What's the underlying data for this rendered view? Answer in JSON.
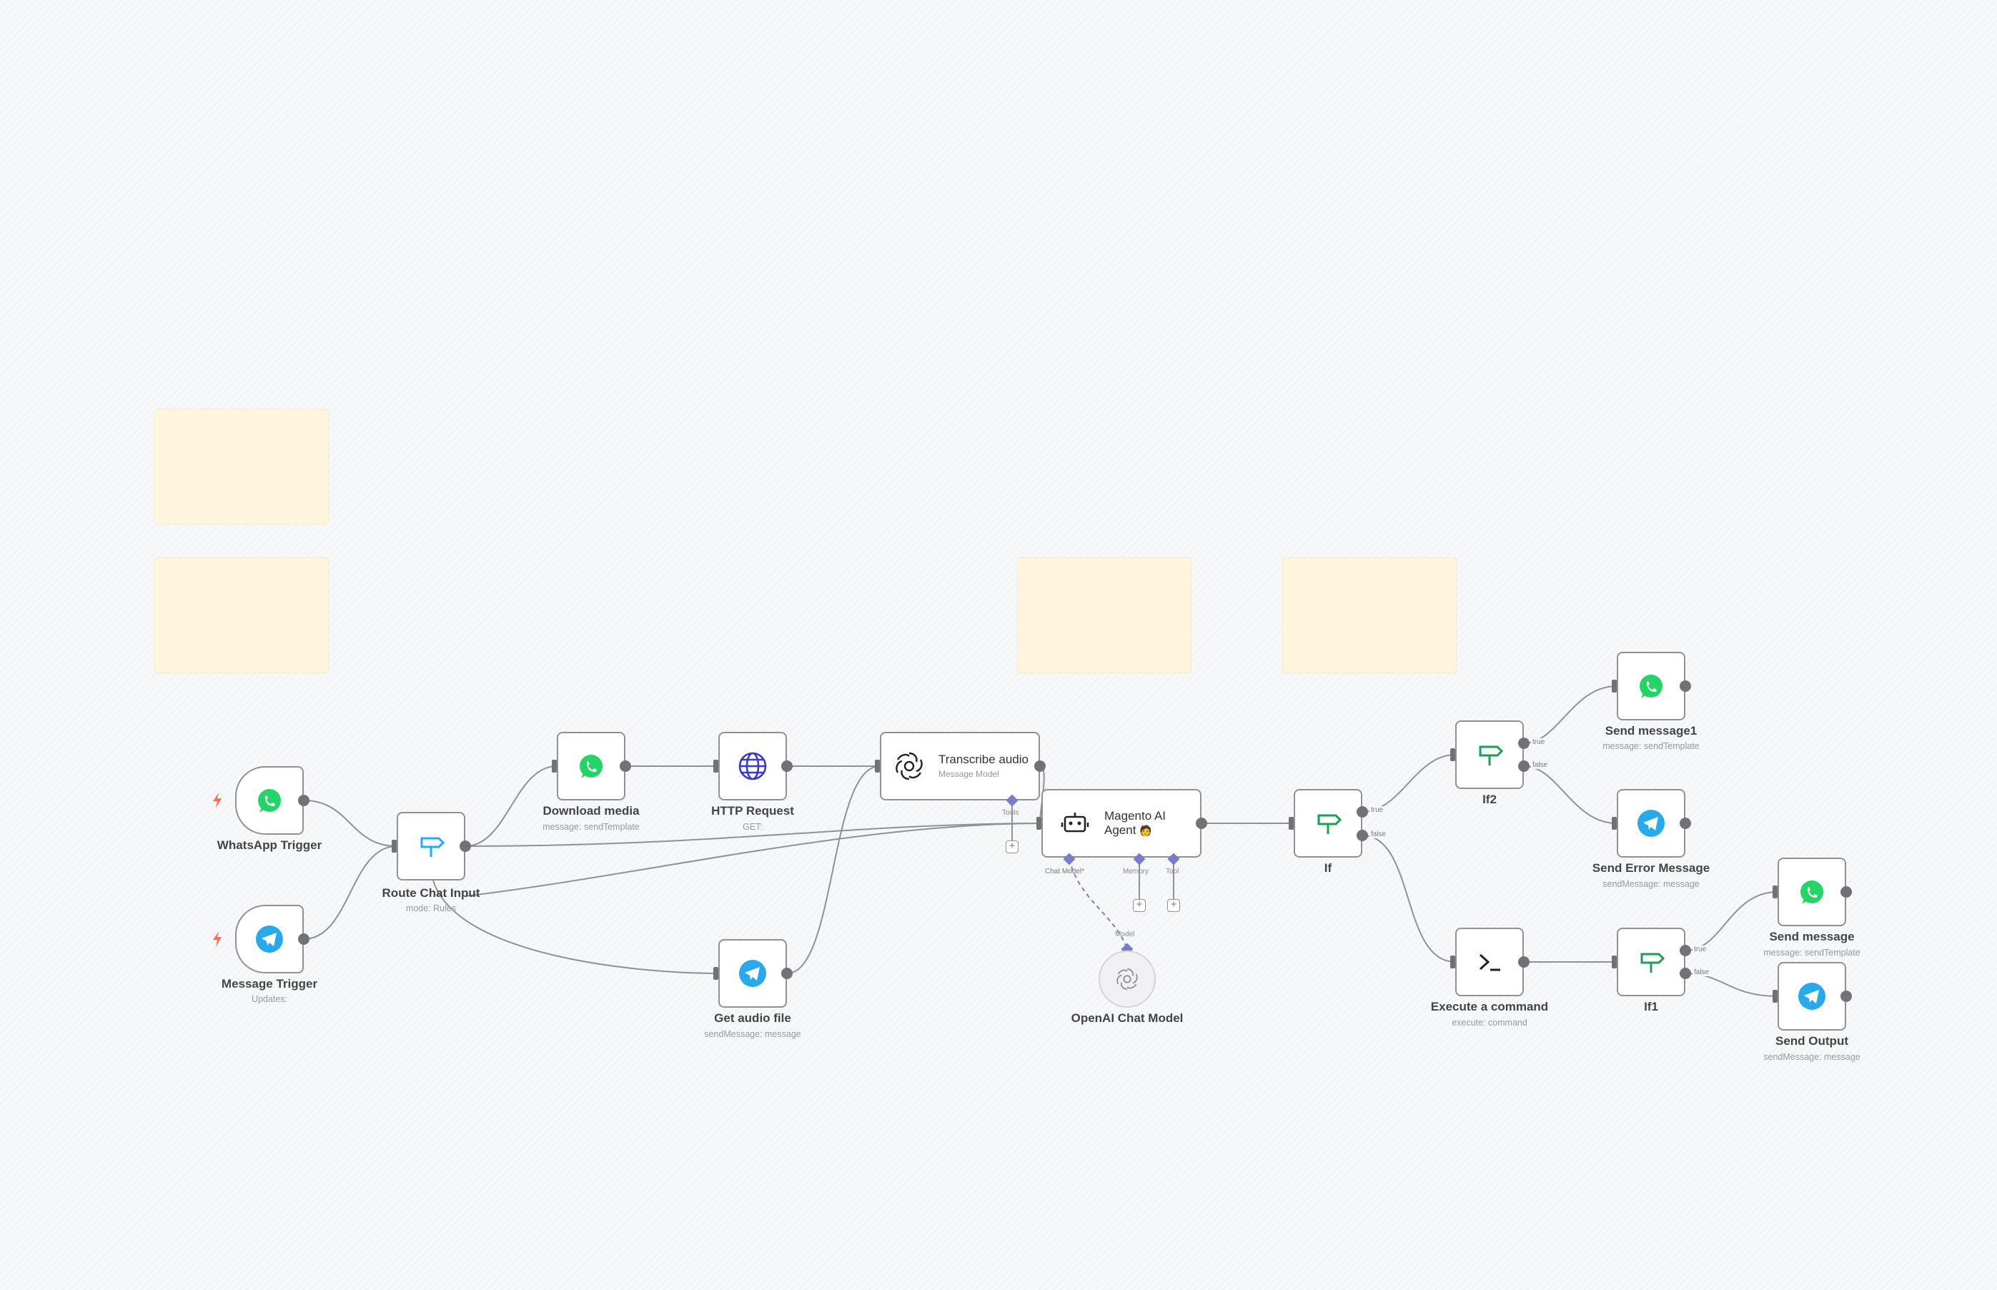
{
  "colors": {
    "whatsapp": "#25d366",
    "telegram": "#29a9eb",
    "http": "#3939c9",
    "router": "#1f9d55",
    "connection": "#8f9196",
    "handle": "#707277",
    "ai_port": "#7a7cc8",
    "trigger_bolt": "#ff6d5a",
    "sticky": "#fff6dd"
  },
  "nodes": {
    "whatsapp_trigger": {
      "label": "WhatsApp Trigger",
      "icon": "whatsapp-icon"
    },
    "message_trigger": {
      "label": "Message Trigger",
      "subtitle": "Updates:",
      "icon": "telegram-icon"
    },
    "route_chat_input": {
      "label": "Route Chat Input",
      "subtitle": "mode: Rules",
      "icon": "signpost-icon"
    },
    "download_media": {
      "label": "Download media",
      "subtitle": "message: sendTemplate",
      "icon": "whatsapp-icon"
    },
    "http_request": {
      "label": "HTTP Request",
      "subtitle": "GET:",
      "icon": "globe-icon"
    },
    "get_audio_file": {
      "label": "Get audio file",
      "subtitle": "sendMessage: message",
      "icon": "telegram-icon"
    },
    "transcribe_audio": {
      "label": "Transcribe audio",
      "subtitle": "Message Model",
      "icon": "openai-icon"
    },
    "magento_agent": {
      "label_line1": "Magento AI",
      "label_line2": "Agent",
      "badge": "🧑",
      "icon": "robot-icon"
    },
    "openai_chat_model": {
      "label": "OpenAI Chat Model",
      "icon": "openai-icon"
    },
    "if": {
      "label": "If",
      "icon": "signpost-icon"
    },
    "if2": {
      "label": "If2",
      "icon": "signpost-icon"
    },
    "if1": {
      "label": "If1",
      "icon": "signpost-icon"
    },
    "send_message1": {
      "label": "Send message1",
      "subtitle": "message: sendTemplate",
      "icon": "whatsapp-icon"
    },
    "send_error_message": {
      "label": "Send Error Message",
      "subtitle": "sendMessage: message",
      "icon": "telegram-icon"
    },
    "execute_command": {
      "label": "Execute a command",
      "subtitle": "execute: command",
      "icon": "terminal-icon"
    },
    "send_message": {
      "label": "Send message",
      "subtitle": "message: sendTemplate",
      "icon": "whatsapp-icon"
    },
    "send_output": {
      "label": "Send Output",
      "subtitle": "sendMessage: message",
      "icon": "telegram-icon"
    }
  },
  "ports": {
    "tools": "Tools",
    "chat_model": "Chat Model",
    "chat_model_required": "*",
    "memory": "Memory",
    "tool": "Tool",
    "model": "Model"
  },
  "branches": {
    "true": "true",
    "false": "false"
  },
  "plus_symbol": "+"
}
